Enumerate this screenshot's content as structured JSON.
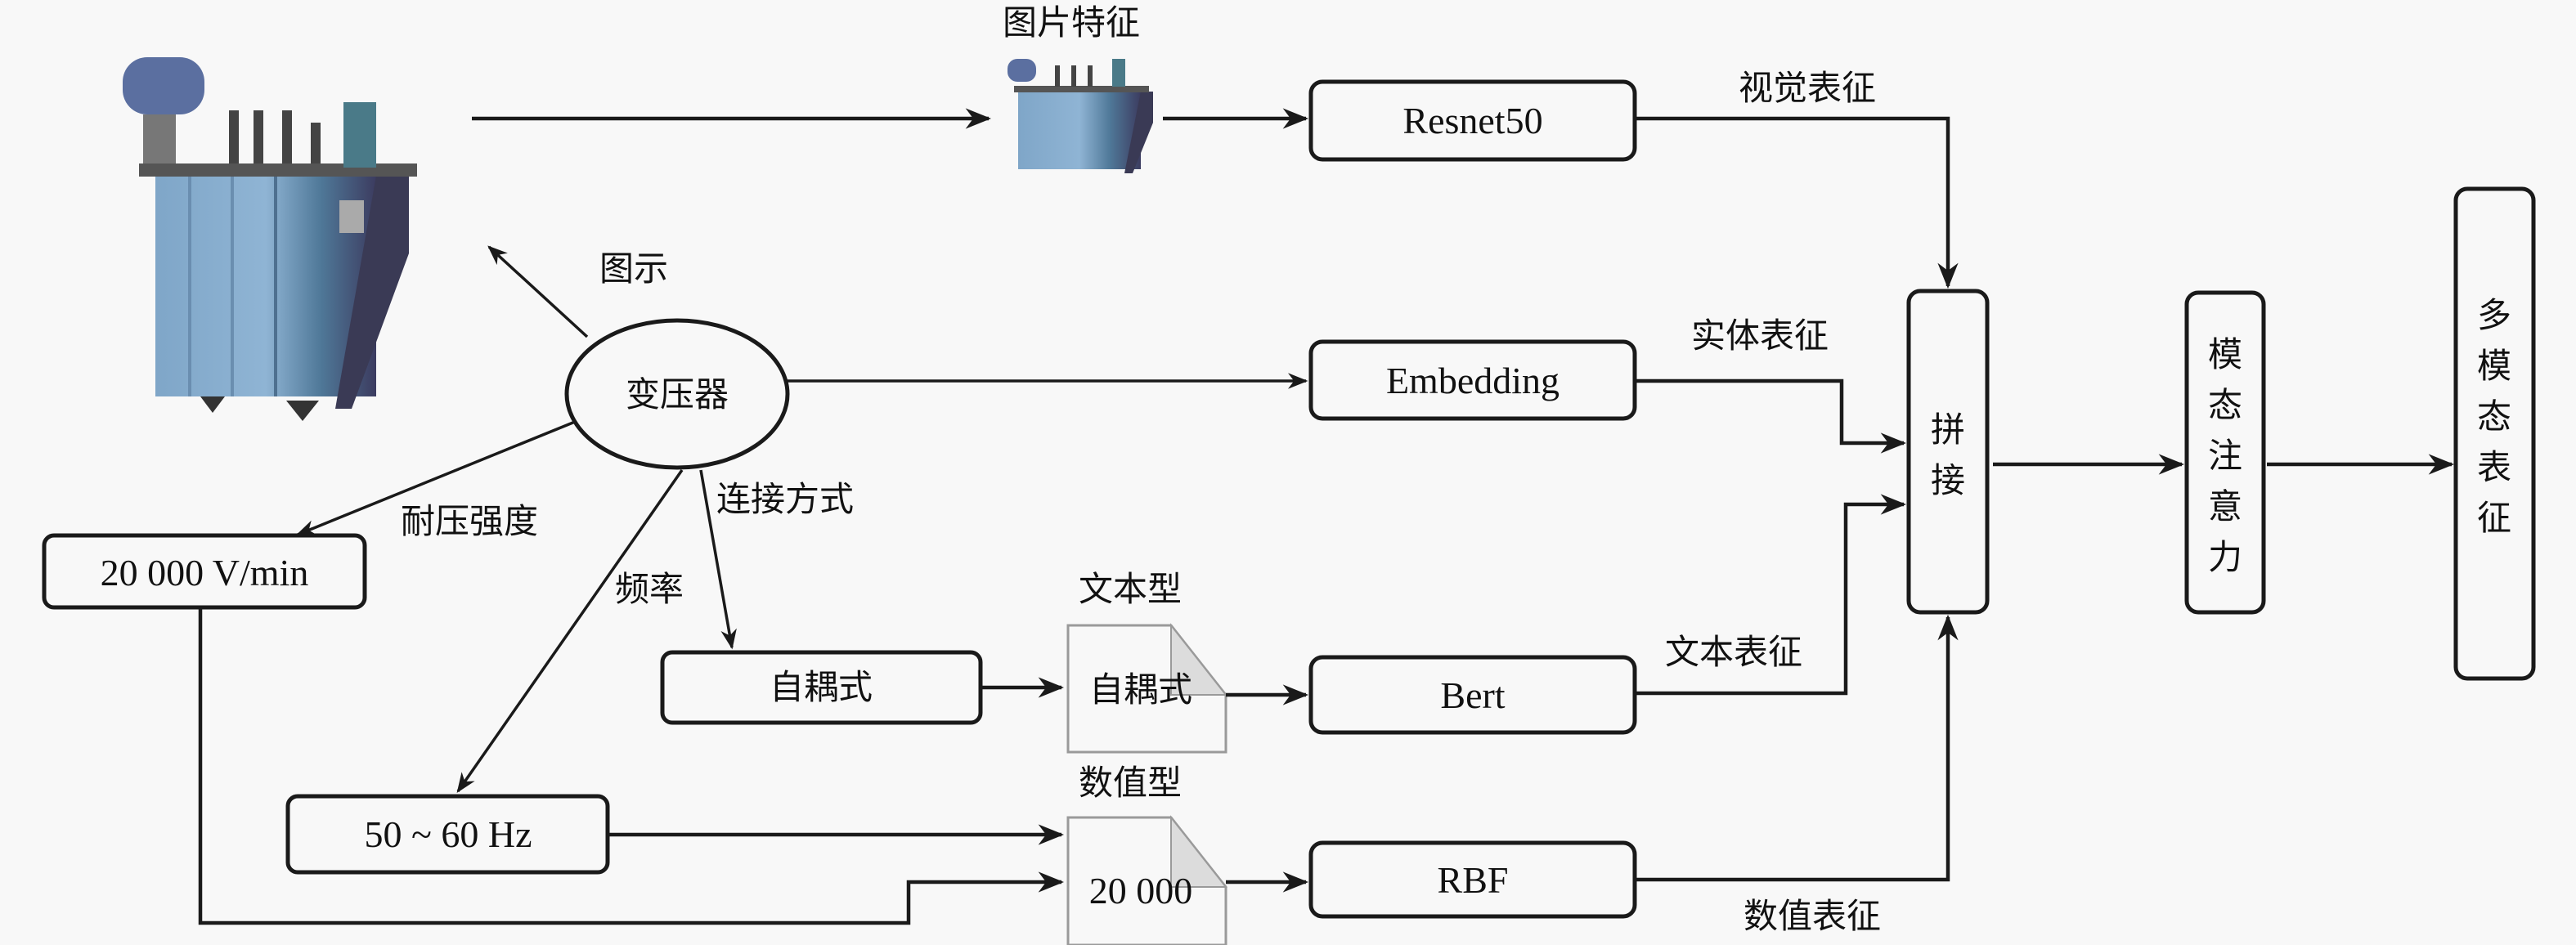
{
  "diagram": {
    "entity": "变压器",
    "image_feature_label": "图片特征",
    "edges": {
      "image": "图示",
      "voltage": "耐压强度",
      "frequency": "频率",
      "connection": "连接方式"
    },
    "attribute_boxes": {
      "voltage": "20 000 V/min",
      "frequency": "50 ~ 60 Hz",
      "connection": "自耦式"
    },
    "docs": {
      "text_type_label": "文本型",
      "text_value": "自耦式",
      "numeric_type_label": "数值型",
      "numeric_value": "20 000"
    },
    "encoders": {
      "visual": "Resnet50",
      "entity": "Embedding",
      "text": "Bert",
      "numeric": "RBF"
    },
    "representations": {
      "visual": "视觉表征",
      "entity": "实体表征",
      "text": "文本表征",
      "numeric": "数值表征"
    },
    "fusion": {
      "concat": "拼接",
      "attention": "模态注意力",
      "output": "多模态表征"
    },
    "images": {
      "large": "transformer-photo",
      "small": "transformer-photo-small"
    }
  }
}
